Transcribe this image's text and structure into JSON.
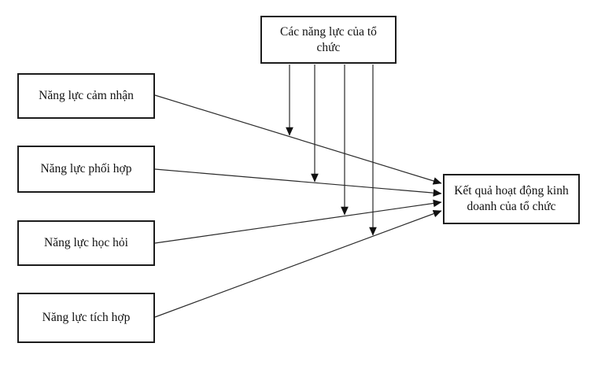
{
  "diagram": {
    "moderator_box": {
      "label": "Các năng lực của tổ chức"
    },
    "predictor_boxes": [
      {
        "label": "Năng lực cảm nhận"
      },
      {
        "label": "Năng lực phối hợp"
      },
      {
        "label": "Năng lực học hỏi"
      },
      {
        "label": "Năng lực tích hợp"
      }
    ],
    "outcome_box": {
      "label": "Kết quả hoạt động kinh doanh của tổ chức"
    },
    "colors": {
      "background": "#ffffff",
      "box_border": "#1c1c1c",
      "arrow_line": "#2a2a2a",
      "arrowhead": "#111111",
      "text": "#111111"
    }
  }
}
